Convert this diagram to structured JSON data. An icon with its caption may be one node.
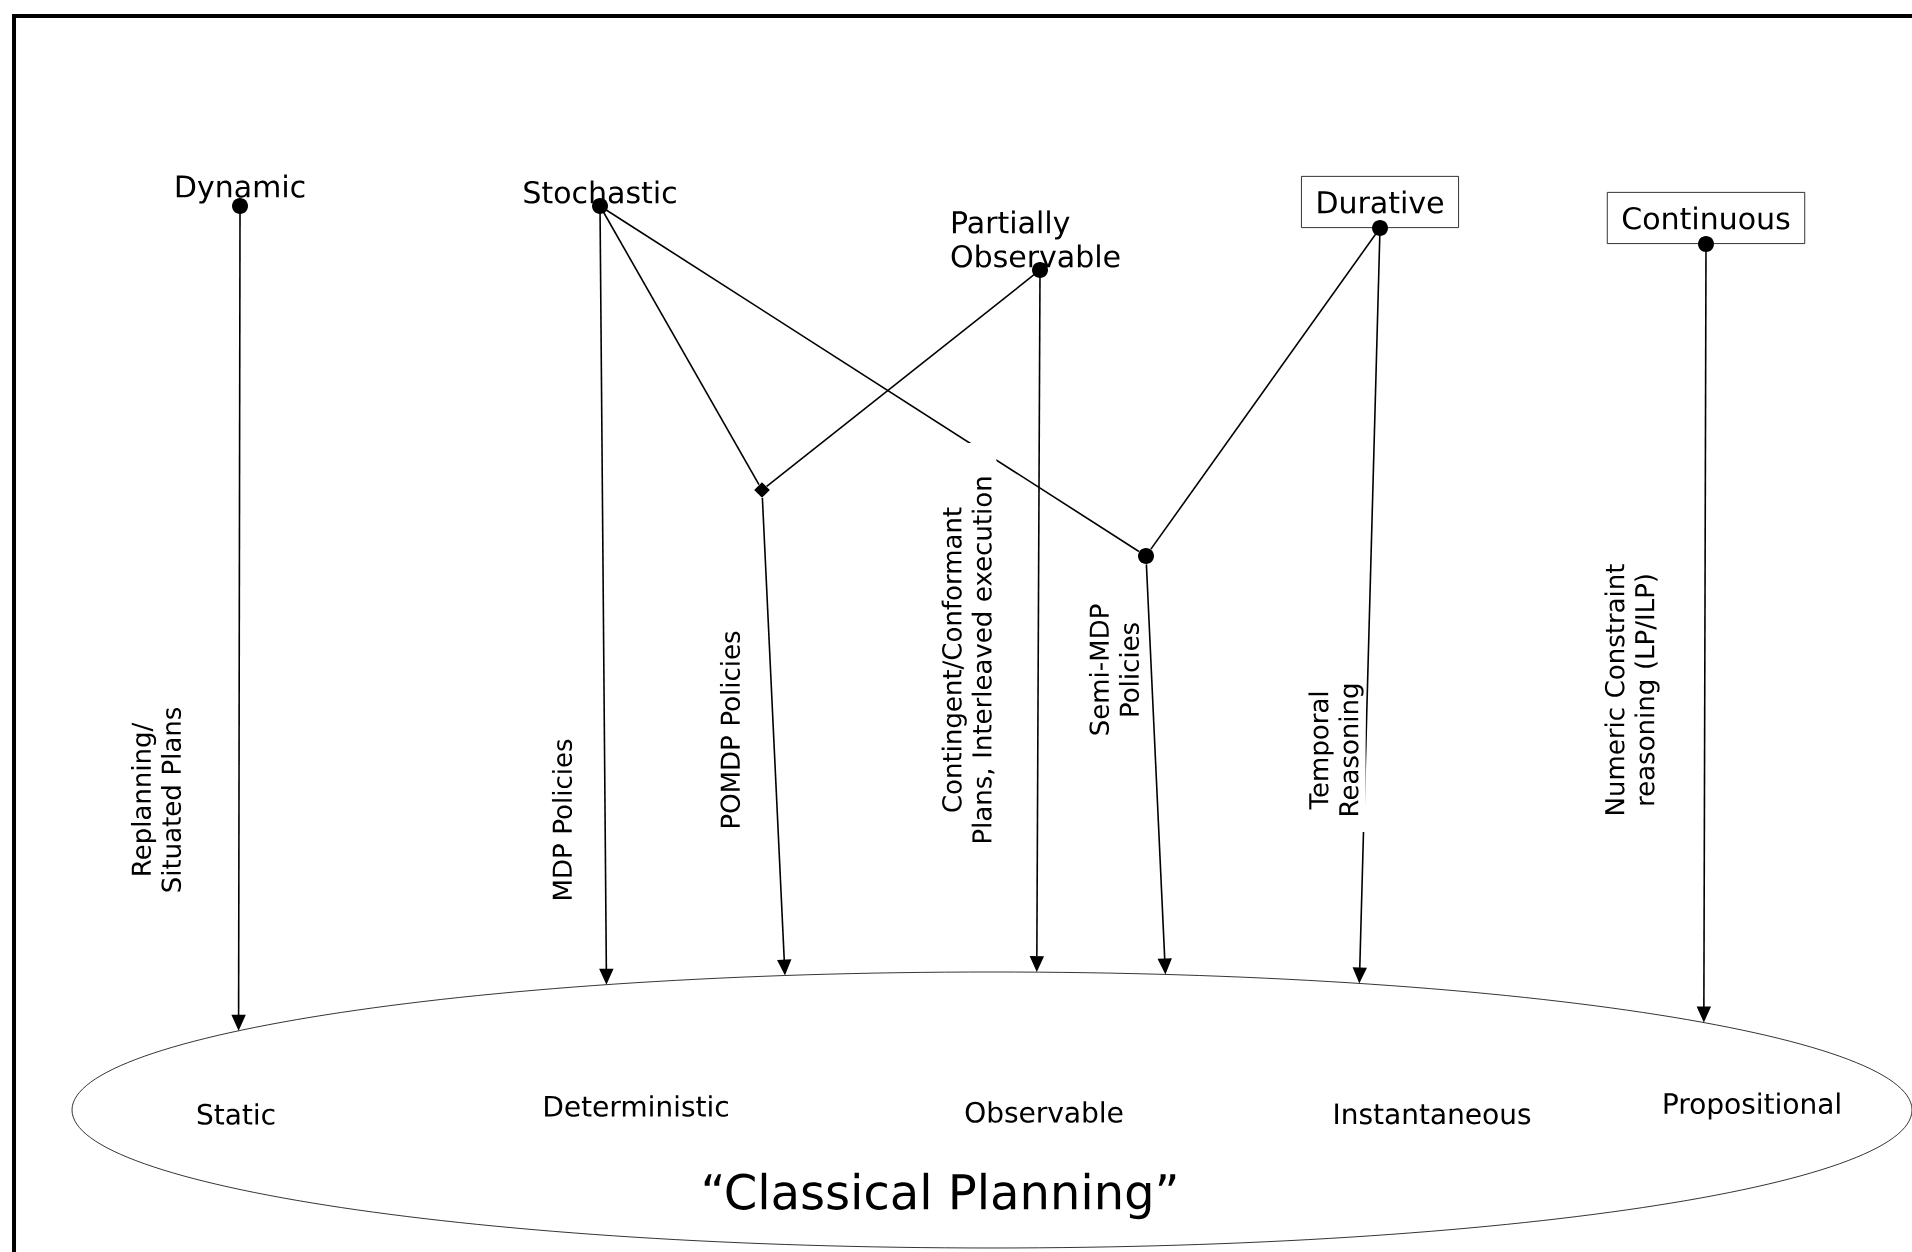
{
  "diagram": {
    "nodes": [
      {
        "text": [
          "Dynamic"
        ]
      },
      {
        "text": [
          "Stochastic"
        ]
      },
      {
        "text": [
          "Partially Observable"
        ]
      },
      {
        "text": [
          "Durative"
        ]
      },
      {
        "text": [
          "Continuous"
        ]
      },
      {
        "text": [],
        "shape": "diamond"
      },
      {
        "text": [],
        "shape": "circle"
      },
      {
        "text": [
          "Static",
          "Deterministic",
          "Observable",
          "Instantaneous",
          "Propositional",
          "“Classical Planning”"
        ]
      }
    ],
    "edges": [
      {
        "from": 0,
        "to": 7,
        "arrow": "to",
        "label": "Replanning/ Situated Plans"
      },
      {
        "from": 1,
        "to": 7,
        "arrow": "to",
        "label": "MDP Policies"
      },
      {
        "from": 1,
        "to": 5,
        "arrow": "none"
      },
      {
        "from": 2,
        "to": 5,
        "arrow": "none"
      },
      {
        "from": 5,
        "to": 7,
        "arrow": "to",
        "label": "POMDP Policies"
      },
      {
        "from": 1,
        "to": 6,
        "arrow": "none"
      },
      {
        "from": 3,
        "to": 6,
        "arrow": "none"
      },
      {
        "from": 2,
        "to": 7,
        "arrow": "to",
        "label": "Contingent/Conformant Plans, Interleaved execution"
      },
      {
        "from": 6,
        "to": 7,
        "arrow": "to",
        "label": "Semi-MDP Policies"
      },
      {
        "from": 3,
        "to": 7,
        "arrow": "to",
        "label": "Temporal Reasoning"
      },
      {
        "from": 4,
        "to": 7,
        "arrow": "to",
        "label": "Numeric Constraint reasoning (LP/ILP)"
      }
    ]
  }
}
